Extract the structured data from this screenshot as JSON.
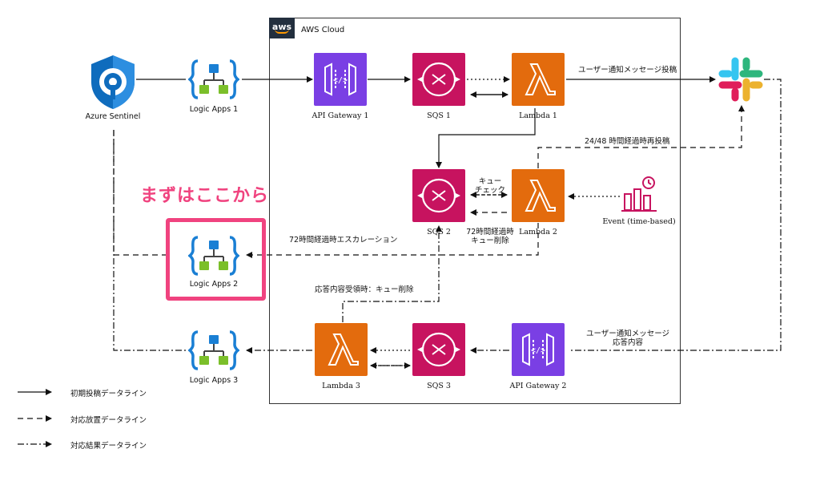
{
  "cloud": {
    "title": "AWS Cloud",
    "badge": "aws"
  },
  "callout": "まずはここから",
  "nodes": {
    "sentinel": "Azure Sentinel",
    "logic1": "Logic Apps 1",
    "logic2": "Logic Apps 2",
    "logic3": "Logic Apps 3",
    "apigw1": "API Gateway 1",
    "sqs1": "SQS 1",
    "lambda1": "Lambda 1",
    "sqs2": "SQS 2",
    "lambda2": "Lambda 2",
    "event": "Event (time-based)",
    "lambda3": "Lambda 3",
    "sqs3": "SQS 3",
    "apigw2": "API Gateway 2"
  },
  "edge_labels": {
    "user_notify_post": "ユーザー通知メッセージ投稿",
    "repost_24_48": "24/48 時間経過時再投稿",
    "queue_check_1": "キュー",
    "queue_check_2": "チェック",
    "delete_72_1": "72時間経過時",
    "delete_72_2": "キュー削除",
    "escalation_72": "72時間経過時エスカレーション",
    "response_delete": "応答内容受領時：キュー削除",
    "user_response_1": "ユーザー通知メッセージ",
    "user_response_2": "応答内容"
  },
  "legend": [
    {
      "label": "初期投稿データライン",
      "style": "solid"
    },
    {
      "label": "対応放置データライン",
      "style": "dashed"
    },
    {
      "label": "対応結果データライン",
      "style": "dashdot"
    }
  ],
  "colors": {
    "sqs": "#c7135f",
    "lambda": "#e36b0d",
    "apigw": "#7a3fe4",
    "callout": "#f0437f",
    "logic_blue": "#1a7fd4",
    "logic_green": "#7bbf2a",
    "sentinel": "#0f6cbd"
  }
}
